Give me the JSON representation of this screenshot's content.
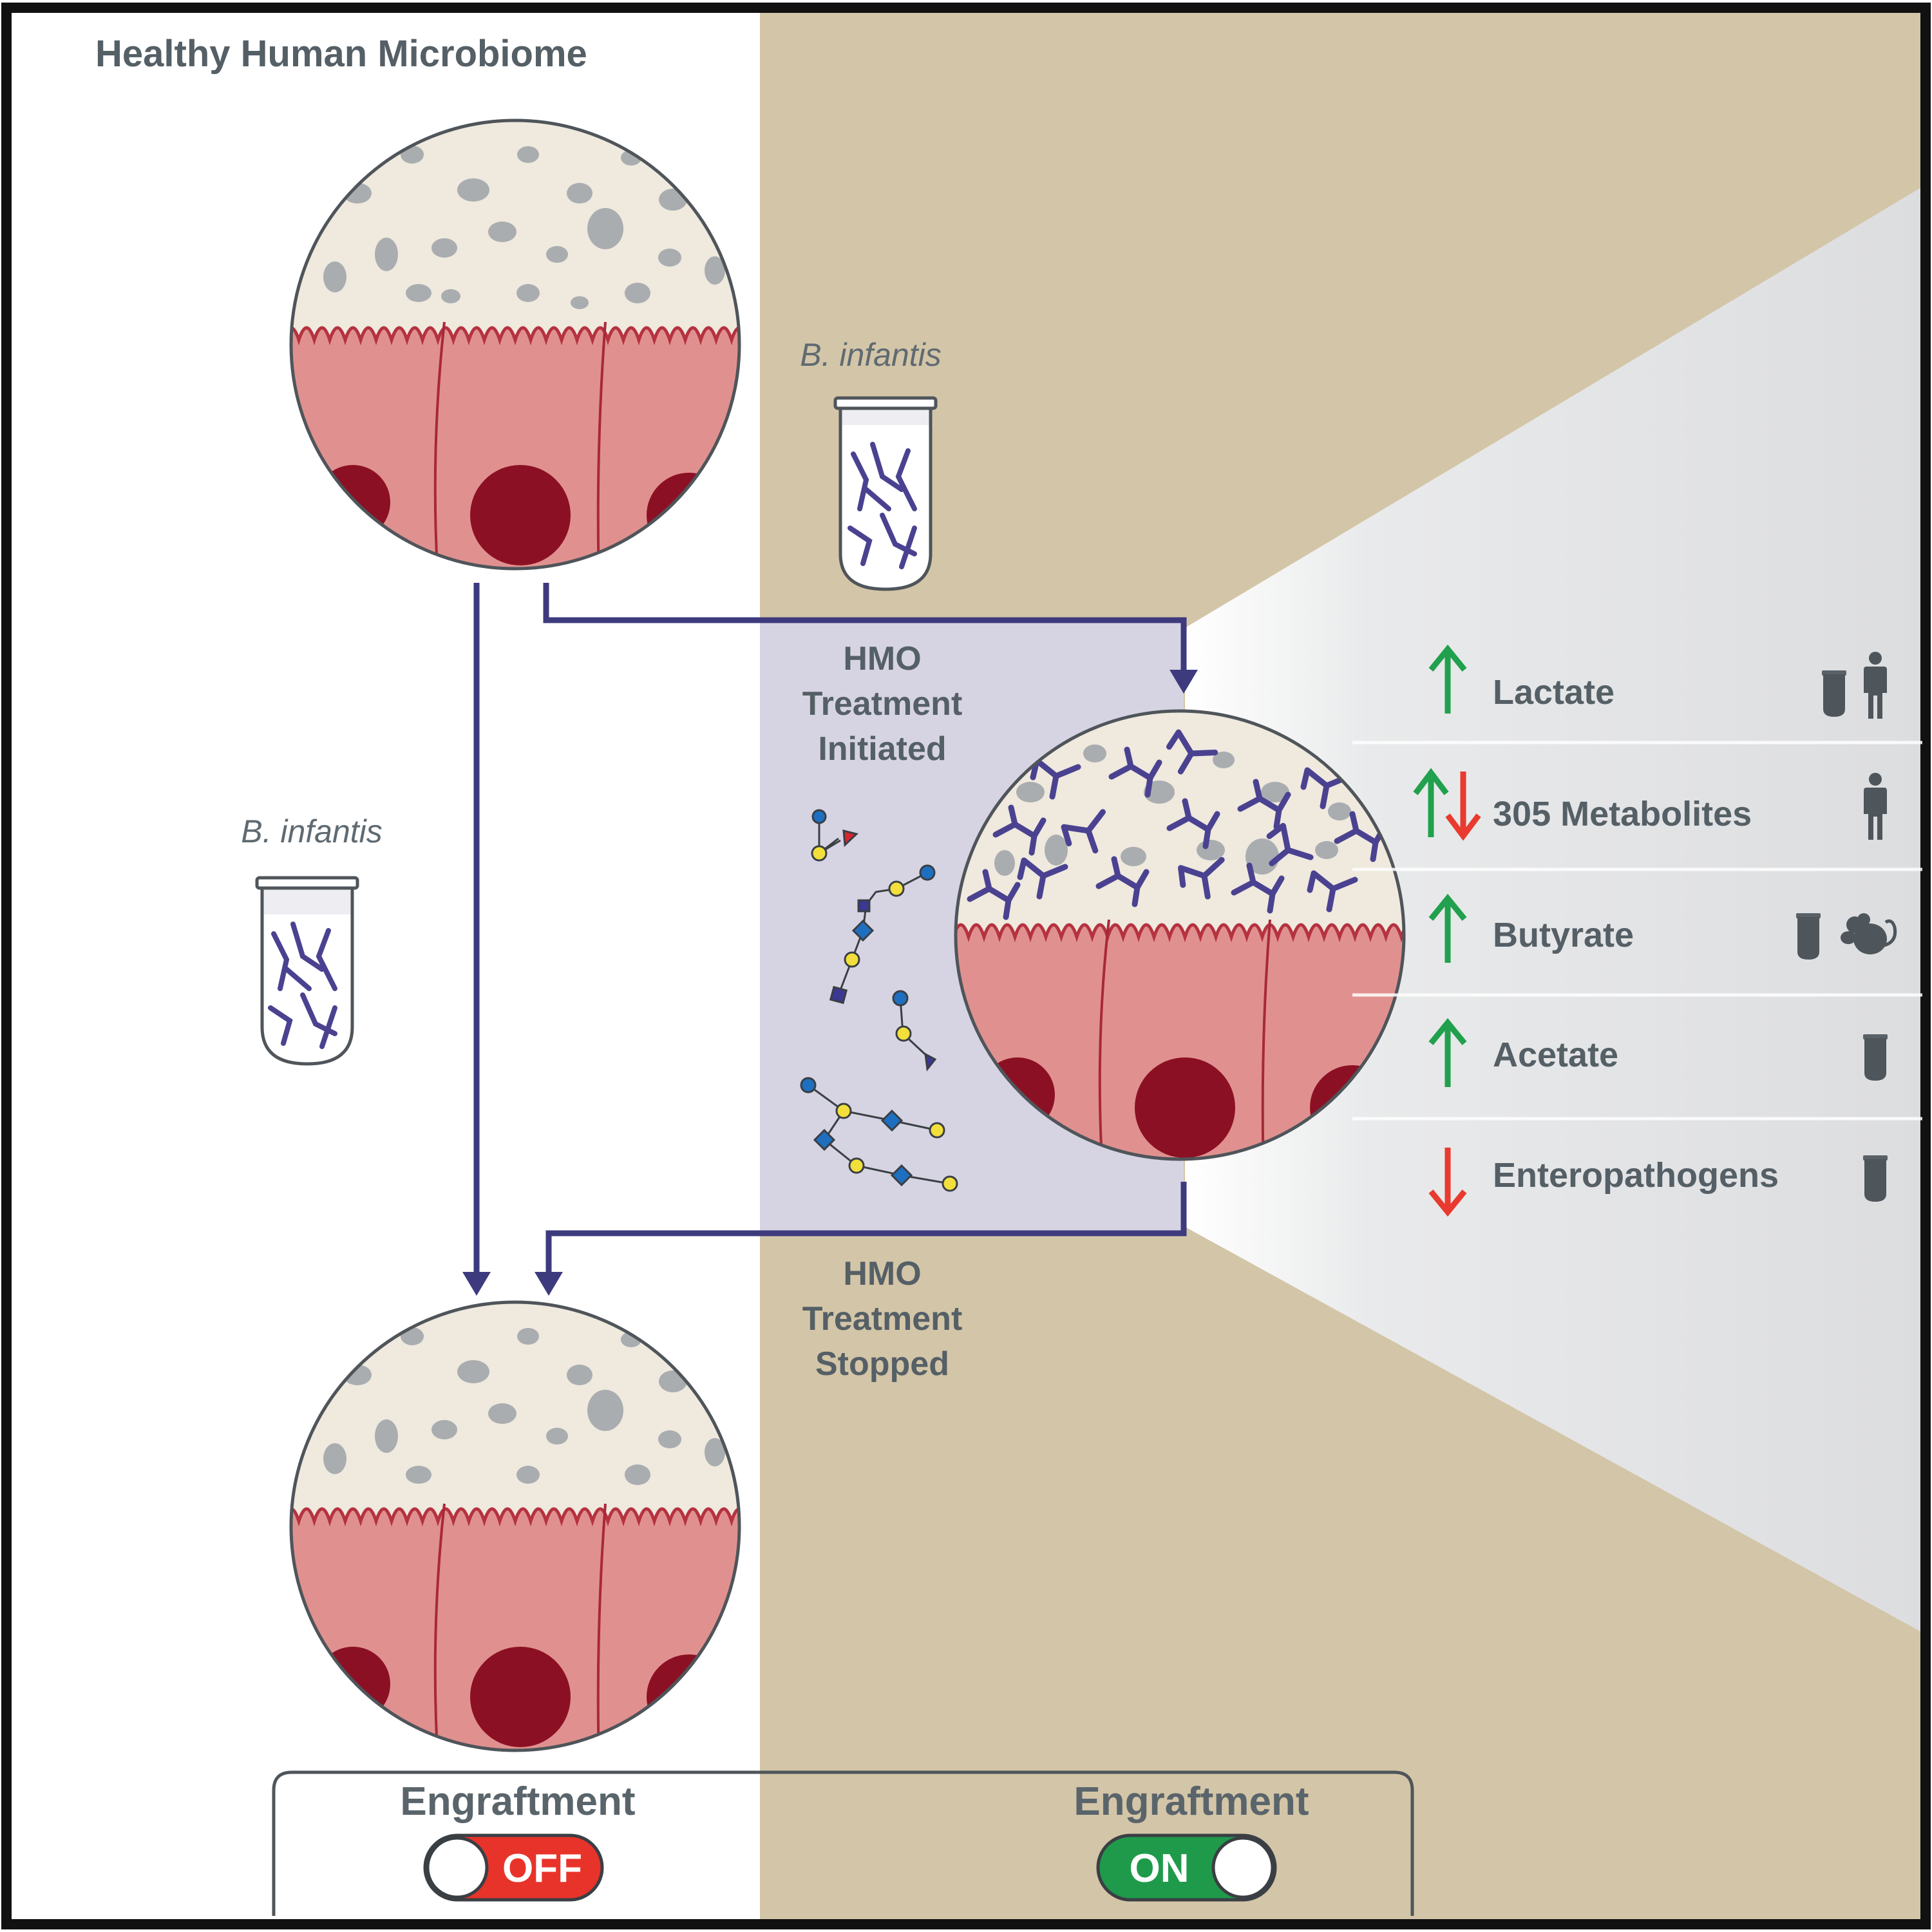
{
  "title": "Healthy Human Microbiome",
  "probiotic_label": "B. infantis",
  "treatment_initiated": [
    "HMO",
    "Treatment",
    "Initiated"
  ],
  "treatment_stopped": [
    "HMO",
    "Treatment",
    "Stopped"
  ],
  "outcomes": [
    {
      "direction": "up",
      "label": "Lactate",
      "icons": [
        "tube-icon",
        "human-icon"
      ]
    },
    {
      "direction": "up-down",
      "label": "305 Metabolites",
      "icons": [
        "human-icon"
      ]
    },
    {
      "direction": "up",
      "label": "Butyrate",
      "icons": [
        "tube-icon",
        "mouse-icon"
      ]
    },
    {
      "direction": "up",
      "label": "Acetate",
      "icons": [
        "tube-icon"
      ]
    },
    {
      "direction": "down",
      "label": "Enteropathogens",
      "icons": [
        "tube-icon"
      ]
    }
  ],
  "engraftment_left": {
    "label": "Engraftment",
    "state": "OFF"
  },
  "engraftment_right": {
    "label": "Engraftment",
    "state": "ON"
  },
  "colors": {
    "tan_background": "#d3c5a7",
    "hmo_panel": "#d6d4e3",
    "arrow_purple": "#3d3a7e",
    "up_arrow": "#21a04d",
    "down_arrow": "#e83a2e",
    "toggle_off": "#e8332a",
    "toggle_on": "#1f9a4a",
    "epithelium": "#e0918f",
    "nucleus": "#8c1024"
  }
}
